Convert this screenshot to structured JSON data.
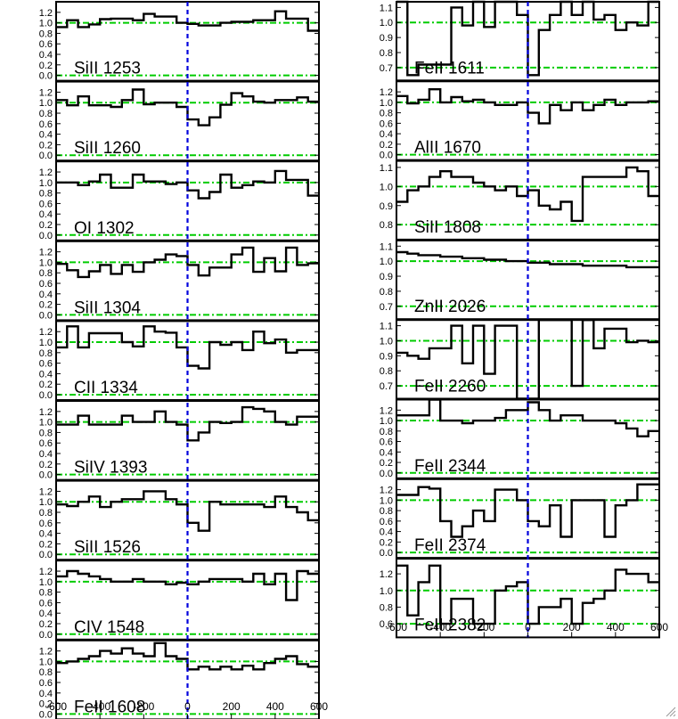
{
  "chart_data": {
    "type": "line",
    "style": {
      "step_color": "#000000",
      "continuum_color": "#00cc00",
      "zero_velocity_color": "#0000dd",
      "frame_color": "#000000"
    },
    "xlim": [
      -600,
      600
    ],
    "x_ticks": [
      "-600",
      "-400",
      "-200",
      "0",
      "200",
      "400",
      "600"
    ],
    "x_bins": [
      -600,
      -550,
      -500,
      -450,
      -400,
      -350,
      -300,
      -250,
      -200,
      -150,
      -100,
      -50,
      0,
      50,
      100,
      150,
      200,
      250,
      300,
      350,
      400,
      450,
      500,
      550,
      600
    ],
    "columns": [
      {
        "panels": [
          {
            "label": "SiII 1253",
            "ylim": [
              0,
              1.35
            ],
            "yticks": [
              "0.0",
              "0.2",
              "0.4",
              "0.6",
              "0.8",
              "1.0",
              "1.2"
            ],
            "ytick_values": [
              0,
              0.2,
              0.4,
              0.6,
              0.8,
              1.0,
              1.2
            ],
            "guides": [
              1.0,
              0.0
            ],
            "values": [
              0.92,
              1.05,
              0.92,
              0.97,
              1.07,
              1.08,
              1.08,
              1.05,
              1.17,
              1.12,
              1.12,
              1.0,
              0.98,
              0.95,
              0.95,
              1.0,
              1.02,
              1.02,
              1.05,
              1.05,
              1.22,
              1.08,
              1.08,
              0.85
            ]
          },
          {
            "label": "SiII 1260",
            "ylim": [
              0,
              1.35
            ],
            "yticks": [
              "0.0",
              "0.2",
              "0.4",
              "0.6",
              "0.8",
              "1.0",
              "1.2"
            ],
            "ytick_values": [
              0,
              0.2,
              0.4,
              0.6,
              0.8,
              1.0,
              1.2
            ],
            "guides": [
              1.0,
              0.0
            ],
            "values": [
              1.05,
              0.95,
              1.12,
              0.95,
              0.95,
              0.92,
              1.05,
              1.25,
              0.97,
              1.0,
              1.0,
              0.92,
              0.68,
              0.57,
              0.72,
              0.96,
              1.18,
              1.12,
              1.02,
              1.0,
              1.05,
              1.05,
              1.1,
              1.02
            ]
          },
          {
            "label": "OI 1302",
            "ylim": [
              0,
              1.35
            ],
            "yticks": [
              "0.0",
              "0.2",
              "0.4",
              "0.6",
              "0.8",
              "1.0",
              "1.2"
            ],
            "ytick_values": [
              0,
              0.2,
              0.4,
              0.6,
              0.8,
              1.0,
              1.2
            ],
            "guides": [
              1.0,
              0.0
            ],
            "values": [
              1.0,
              1.0,
              0.95,
              1.02,
              1.15,
              0.9,
              0.9,
              1.15,
              1.02,
              1.02,
              0.97,
              1.0,
              0.85,
              0.7,
              0.82,
              1.15,
              0.9,
              0.95,
              1.02,
              1.0,
              1.22,
              1.05,
              1.05,
              0.75
            ]
          },
          {
            "label": "SiII 1304",
            "ylim": [
              0,
              1.35
            ],
            "yticks": [
              "0.0",
              "0.2",
              "0.4",
              "0.6",
              "0.8",
              "1.0",
              "1.2"
            ],
            "ytick_values": [
              0,
              0.2,
              0.4,
              0.6,
              0.8,
              1.0,
              1.2
            ],
            "guides": [
              1.0,
              0.0
            ],
            "values": [
              0.97,
              0.85,
              0.72,
              0.83,
              0.95,
              0.78,
              0.95,
              0.82,
              1.0,
              1.05,
              1.15,
              1.12,
              0.95,
              0.75,
              0.9,
              0.9,
              1.15,
              1.28,
              0.82,
              1.08,
              0.83,
              1.28,
              0.95,
              0.98
            ]
          },
          {
            "label": "CII 1334",
            "ylim": [
              0,
              1.35
            ],
            "yticks": [
              "0.0",
              "0.2",
              "0.4",
              "0.6",
              "0.8",
              "1.0",
              "1.2"
            ],
            "ytick_values": [
              0,
              0.2,
              0.4,
              0.6,
              0.8,
              1.0,
              1.2
            ],
            "guides": [
              1.0,
              0.0
            ],
            "values": [
              0.9,
              1.3,
              0.9,
              1.17,
              1.17,
              1.17,
              1.0,
              0.92,
              1.3,
              1.2,
              1.18,
              0.9,
              0.55,
              0.5,
              1.0,
              0.95,
              1.0,
              0.85,
              1.2,
              0.98,
              1.05,
              0.8,
              0.85,
              0.85
            ]
          },
          {
            "label": "SiIV 1393",
            "ylim": [
              0,
              1.35
            ],
            "yticks": [
              "0.0",
              "0.2",
              "0.4",
              "0.6",
              "0.8",
              "1.0",
              "1.2"
            ],
            "ytick_values": [
              0,
              0.2,
              0.4,
              0.6,
              0.8,
              1.0,
              1.2
            ],
            "guides": [
              1.0,
              0.0
            ],
            "values": [
              0.95,
              0.95,
              1.12,
              0.95,
              0.95,
              0.95,
              1.12,
              1.0,
              1.0,
              1.2,
              1.0,
              0.95,
              0.65,
              0.8,
              1.0,
              0.98,
              1.0,
              1.28,
              1.25,
              1.2,
              1.0,
              0.95,
              1.1,
              1.1
            ]
          },
          {
            "label": "SiII 1526",
            "ylim": [
              0,
              1.35
            ],
            "yticks": [
              "0.0",
              "0.2",
              "0.4",
              "0.6",
              "0.8",
              "1.0",
              "1.2"
            ],
            "ytick_values": [
              0,
              0.2,
              0.4,
              0.6,
              0.8,
              1.0,
              1.2
            ],
            "guides": [
              1.0,
              0.0
            ],
            "values": [
              0.95,
              0.92,
              1.0,
              1.1,
              0.9,
              1.0,
              1.05,
              1.05,
              1.2,
              1.2,
              1.05,
              0.95,
              0.6,
              0.45,
              1.0,
              0.95,
              0.95,
              0.95,
              0.95,
              0.9,
              1.1,
              0.9,
              0.8,
              0.65
            ]
          },
          {
            "label": "CIV 1548",
            "ylim": [
              0,
              1.35
            ],
            "yticks": [
              "0.0",
              "0.2",
              "0.4",
              "0.6",
              "0.8",
              "1.0",
              "1.2"
            ],
            "ytick_values": [
              0,
              0.2,
              0.4,
              0.6,
              0.8,
              1.0,
              1.2
            ],
            "guides": [
              1.0,
              0.0
            ],
            "values": [
              1.1,
              1.2,
              1.15,
              1.1,
              1.05,
              1.0,
              1.0,
              1.05,
              1.0,
              1.0,
              0.95,
              0.98,
              0.95,
              1.0,
              1.05,
              1.05,
              1.05,
              1.0,
              1.15,
              0.95,
              1.15,
              0.65,
              1.2,
              1.15
            ]
          },
          {
            "label": "FeII 1608",
            "ylim": [
              0,
              1.35
            ],
            "yticks": [
              "0.0",
              "0.2",
              "0.4",
              "0.6",
              "0.8",
              "1.0",
              "1.2"
            ],
            "ytick_values": [
              0,
              0.2,
              0.4,
              0.6,
              0.8,
              1.0,
              1.2
            ],
            "guides": [
              1.0,
              0.0
            ],
            "values": [
              0.97,
              1.0,
              1.05,
              1.1,
              1.2,
              1.15,
              1.25,
              1.15,
              1.1,
              1.35,
              1.1,
              1.05,
              0.85,
              0.9,
              0.85,
              0.9,
              0.85,
              0.92,
              0.85,
              0.97,
              1.05,
              1.1,
              0.95,
              0.9
            ]
          }
        ]
      },
      {
        "panels": [
          {
            "label": "FeII 1611",
            "ylim": [
              0.65,
              1.12
            ],
            "yticks": [
              "0.7",
              "0.8",
              "0.9",
              "1.0",
              "1.1"
            ],
            "ytick_values": [
              0.7,
              0.8,
              0.9,
              1.0,
              1.1
            ],
            "guides": [
              1.0,
              0.7
            ],
            "values": [
              1.2,
              0.65,
              0.72,
              0.72,
              0.72,
              1.1,
              0.98,
              1.3,
              0.97,
              1.25,
              1.25,
              1.05,
              0.65,
              0.95,
              1.05,
              1.15,
              1.05,
              1.25,
              1.02,
              1.05,
              0.95,
              1.0,
              0.98,
              1.2
            ]
          },
          {
            "label": "AlII 1670",
            "ylim": [
              0,
              1.35
            ],
            "yticks": [
              "0.0",
              "0.2",
              "0.4",
              "0.6",
              "0.8",
              "1.0",
              "1.2"
            ],
            "ytick_values": [
              0,
              0.2,
              0.4,
              0.6,
              0.8,
              1.0,
              1.2
            ],
            "guides": [
              1.0,
              0.0
            ],
            "values": [
              1.12,
              0.98,
              1.05,
              1.25,
              1.0,
              1.1,
              1.02,
              1.05,
              1.0,
              0.95,
              0.95,
              1.0,
              0.8,
              0.6,
              0.95,
              0.85,
              1.0,
              0.85,
              0.95,
              1.05,
              0.95,
              1.0,
              1.0,
              1.02
            ]
          },
          {
            "label": "SiII 1808",
            "ylim": [
              0.75,
              1.12
            ],
            "yticks": [
              "0.8",
              "0.9",
              "1.0",
              "1.1"
            ],
            "ytick_values": [
              0.8,
              0.9,
              1.0,
              1.1
            ],
            "guides": [
              1.0,
              0.8
            ],
            "values": [
              0.92,
              0.98,
              1.0,
              1.05,
              1.08,
              1.05,
              1.05,
              1.02,
              1.0,
              0.98,
              1.0,
              0.95,
              0.98,
              0.9,
              0.88,
              0.92,
              0.82,
              1.05,
              1.05,
              1.05,
              1.05,
              1.1,
              1.08,
              0.95
            ]
          },
          {
            "label": "ZnII 2026",
            "ylim": [
              0.65,
              1.12
            ],
            "yticks": [
              "0.7",
              "0.8",
              "0.9",
              "1.0",
              "1.1"
            ],
            "ytick_values": [
              0.7,
              0.8,
              0.9,
              1.0,
              1.1
            ],
            "guides": [
              1.0,
              0.7
            ],
            "values": [
              1.06,
              1.05,
              1.04,
              1.04,
              1.03,
              1.03,
              1.02,
              1.02,
              1.01,
              1.01,
              1.0,
              1.0,
              0.99,
              0.99,
              0.98,
              0.98,
              0.98,
              0.97,
              0.97,
              0.97,
              0.97,
              0.96,
              0.96,
              0.96
            ]
          },
          {
            "label": "FeII 2260",
            "ylim": [
              0.65,
              1.12
            ],
            "yticks": [
              "0.7",
              "0.8",
              "0.9",
              "1.0",
              "1.1"
            ],
            "ytick_values": [
              0.7,
              0.8,
              0.9,
              1.0,
              1.1
            ],
            "guides": [
              1.0,
              0.7
            ],
            "values": [
              0.92,
              0.9,
              0.88,
              0.95,
              0.95,
              1.1,
              0.85,
              1.1,
              0.78,
              1.1,
              1.1,
              0.5,
              0.4,
              1.2,
              1.2,
              1.2,
              0.7,
              1.15,
              0.95,
              1.08,
              1.08,
              0.99,
              1.0,
              0.99
            ]
          },
          {
            "label": "FeII 2344",
            "ylim": [
              0,
              1.35
            ],
            "yticks": [
              "0.0",
              "0.2",
              "0.4",
              "0.6",
              "0.8",
              "1.0",
              "1.2"
            ],
            "ytick_values": [
              0,
              0.2,
              0.4,
              0.6,
              0.8,
              1.0,
              1.2
            ],
            "guides": [
              1.0,
              0.0
            ],
            "values": [
              1.1,
              1.1,
              1.1,
              1.6,
              1.0,
              1.0,
              0.95,
              1.0,
              1.0,
              1.05,
              1.2,
              1.2,
              1.35,
              1.2,
              1.0,
              1.1,
              1.1,
              1.0,
              1.0,
              1.0,
              0.95,
              0.85,
              0.7,
              0.8
            ]
          },
          {
            "label": "FeII 2374",
            "ylim": [
              0,
              1.35
            ],
            "yticks": [
              "0.0",
              "0.2",
              "0.4",
              "0.6",
              "0.8",
              "1.0",
              "1.2"
            ],
            "ytick_values": [
              0,
              0.2,
              0.4,
              0.6,
              0.8,
              1.0,
              1.2
            ],
            "guides": [
              1.0,
              0.0
            ],
            "values": [
              1.1,
              1.1,
              1.25,
              1.22,
              0.6,
              0.3,
              0.5,
              0.8,
              0.6,
              1.2,
              1.2,
              1.0,
              0.6,
              0.5,
              0.9,
              0.3,
              1.0,
              1.0,
              1.0,
              0.3,
              0.9,
              1.0,
              1.3,
              1.3
            ]
          },
          {
            "label": "FeII 2382",
            "ylim": [
              0.5,
              1.35
            ],
            "yticks": [
              "0.6",
              "0.8",
              "1.0",
              "1.2"
            ],
            "ytick_values": [
              0.6,
              0.8,
              1.0,
              1.2
            ],
            "guides": [
              1.0,
              0.6
            ],
            "values": [
              1.3,
              0.7,
              1.1,
              1.3,
              0.6,
              0.9,
              0.9,
              0.6,
              0.6,
              1.0,
              1.05,
              1.1,
              0.6,
              0.8,
              0.8,
              0.9,
              0.6,
              0.85,
              0.9,
              1.0,
              1.25,
              1.2,
              1.2,
              1.1
            ]
          }
        ]
      }
    ]
  },
  "icons": {
    "resize_grip": "resize-grip-icon"
  }
}
